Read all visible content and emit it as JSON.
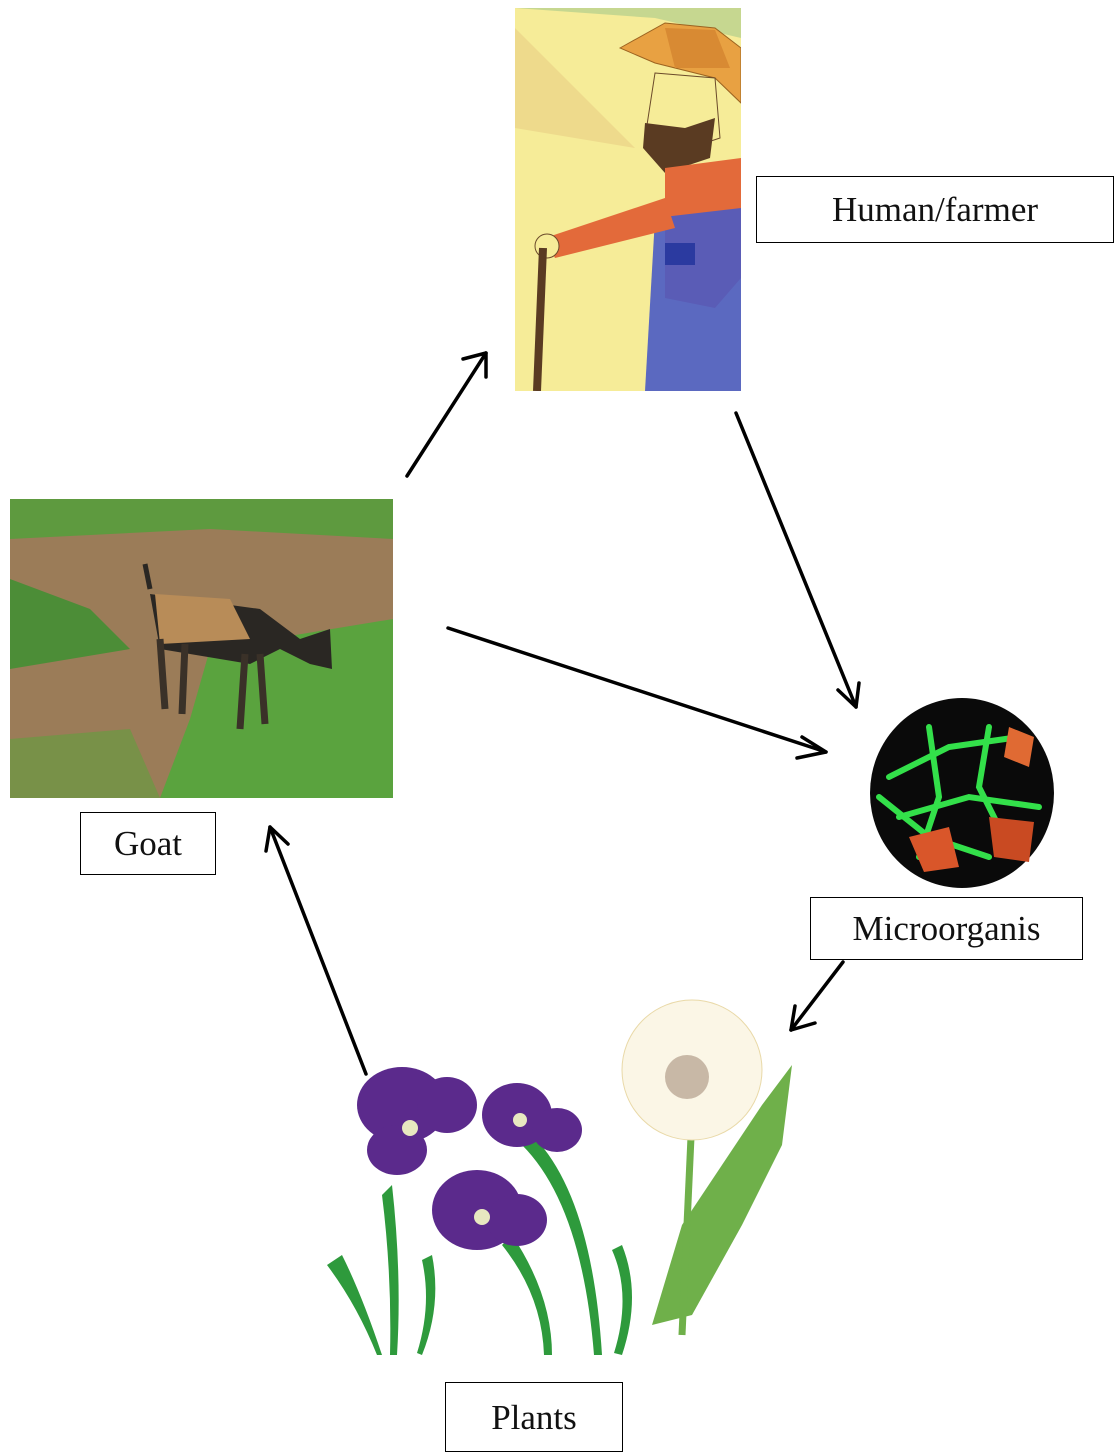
{
  "nodes": {
    "human": {
      "label": "Human/farmer"
    },
    "goat": {
      "label": "Goat"
    },
    "micro": {
      "label": "Microorganis"
    },
    "plants": {
      "label": "Plants"
    }
  },
  "colors": {
    "arrow": "#000000",
    "farmer_bg": "#f7ee9a",
    "grass": "#4f9a3a",
    "soil": "#9a7a55",
    "violet": "#5b2a8c",
    "microbe_green": "#33e04a",
    "microbe_orange": "#d9562a"
  },
  "edges": [
    {
      "from": "goat",
      "to": "human"
    },
    {
      "from": "human",
      "to": "micro"
    },
    {
      "from": "goat",
      "to": "micro"
    },
    {
      "from": "micro",
      "to": "plants"
    },
    {
      "from": "plants",
      "to": "goat"
    }
  ]
}
